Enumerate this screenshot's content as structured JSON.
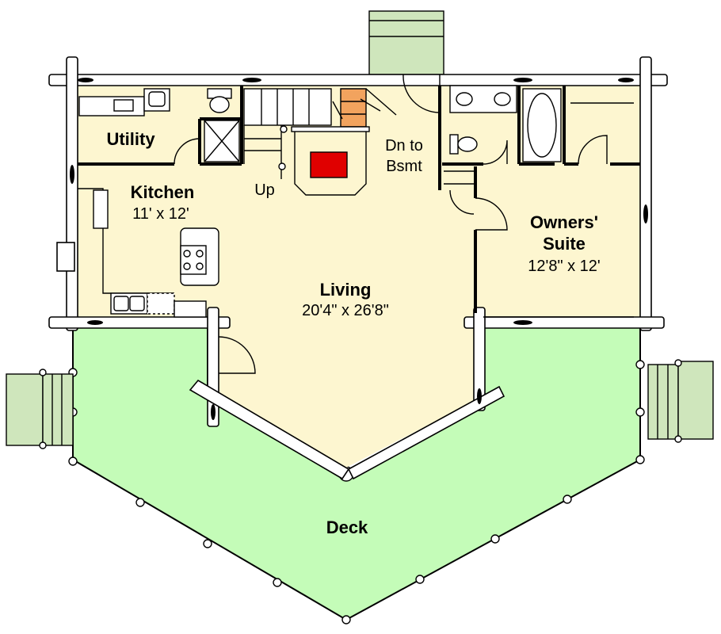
{
  "rooms": {
    "utility": {
      "name": "Utility"
    },
    "kitchen": {
      "name": "Kitchen",
      "size": "11' x 12'"
    },
    "living": {
      "name": "Living",
      "size": "20'4\" x 26'8\""
    },
    "owners_suite": {
      "name_line1": "Owners'",
      "name_line2": "Suite",
      "size": "12'8\" x 12'"
    },
    "deck": {
      "name": "Deck"
    }
  },
  "stairs": {
    "up": "Up",
    "down_line1": "Dn to",
    "down_line2": "Bsmt"
  },
  "colors": {
    "interior": "#fdf6d0",
    "deck": "#c4fcb8",
    "steps": "#cfe6bc",
    "hearth": "#e00000",
    "stair_accent": "#f2a35e",
    "outline": "#000000"
  }
}
